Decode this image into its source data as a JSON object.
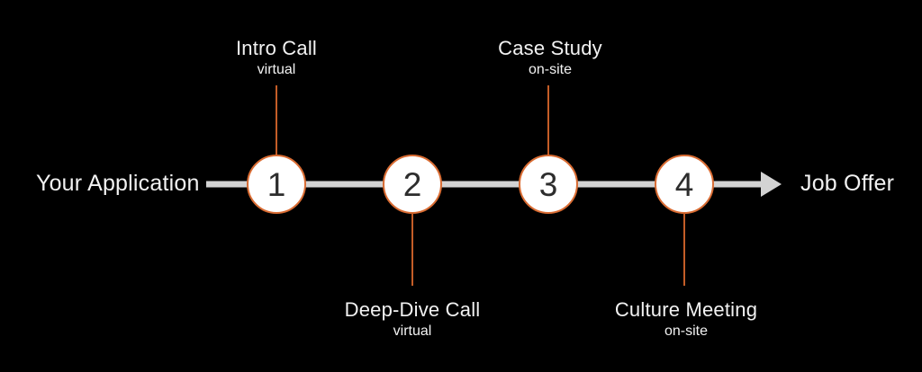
{
  "diagram": {
    "start_label": "Your Application",
    "end_label": "Job Offer",
    "steps": [
      {
        "number": "1",
        "title": "Intro Call",
        "subtitle": "virtual",
        "label_position": "above"
      },
      {
        "number": "2",
        "title": "Deep-Dive Call",
        "subtitle": "virtual",
        "label_position": "below"
      },
      {
        "number": "3",
        "title": "Case Study",
        "subtitle": "on-site",
        "label_position": "above"
      },
      {
        "number": "4",
        "title": "Culture Meeting",
        "subtitle": "on-site",
        "label_position": "below"
      }
    ]
  },
  "colors": {
    "background": "#000000",
    "text": "#f2f2f2",
    "axis": "#d3d3d3",
    "accent": "#c45d27",
    "circle-border": "#d96c33",
    "circle-fill": "#ffffff",
    "number": "#2d2d2d"
  }
}
